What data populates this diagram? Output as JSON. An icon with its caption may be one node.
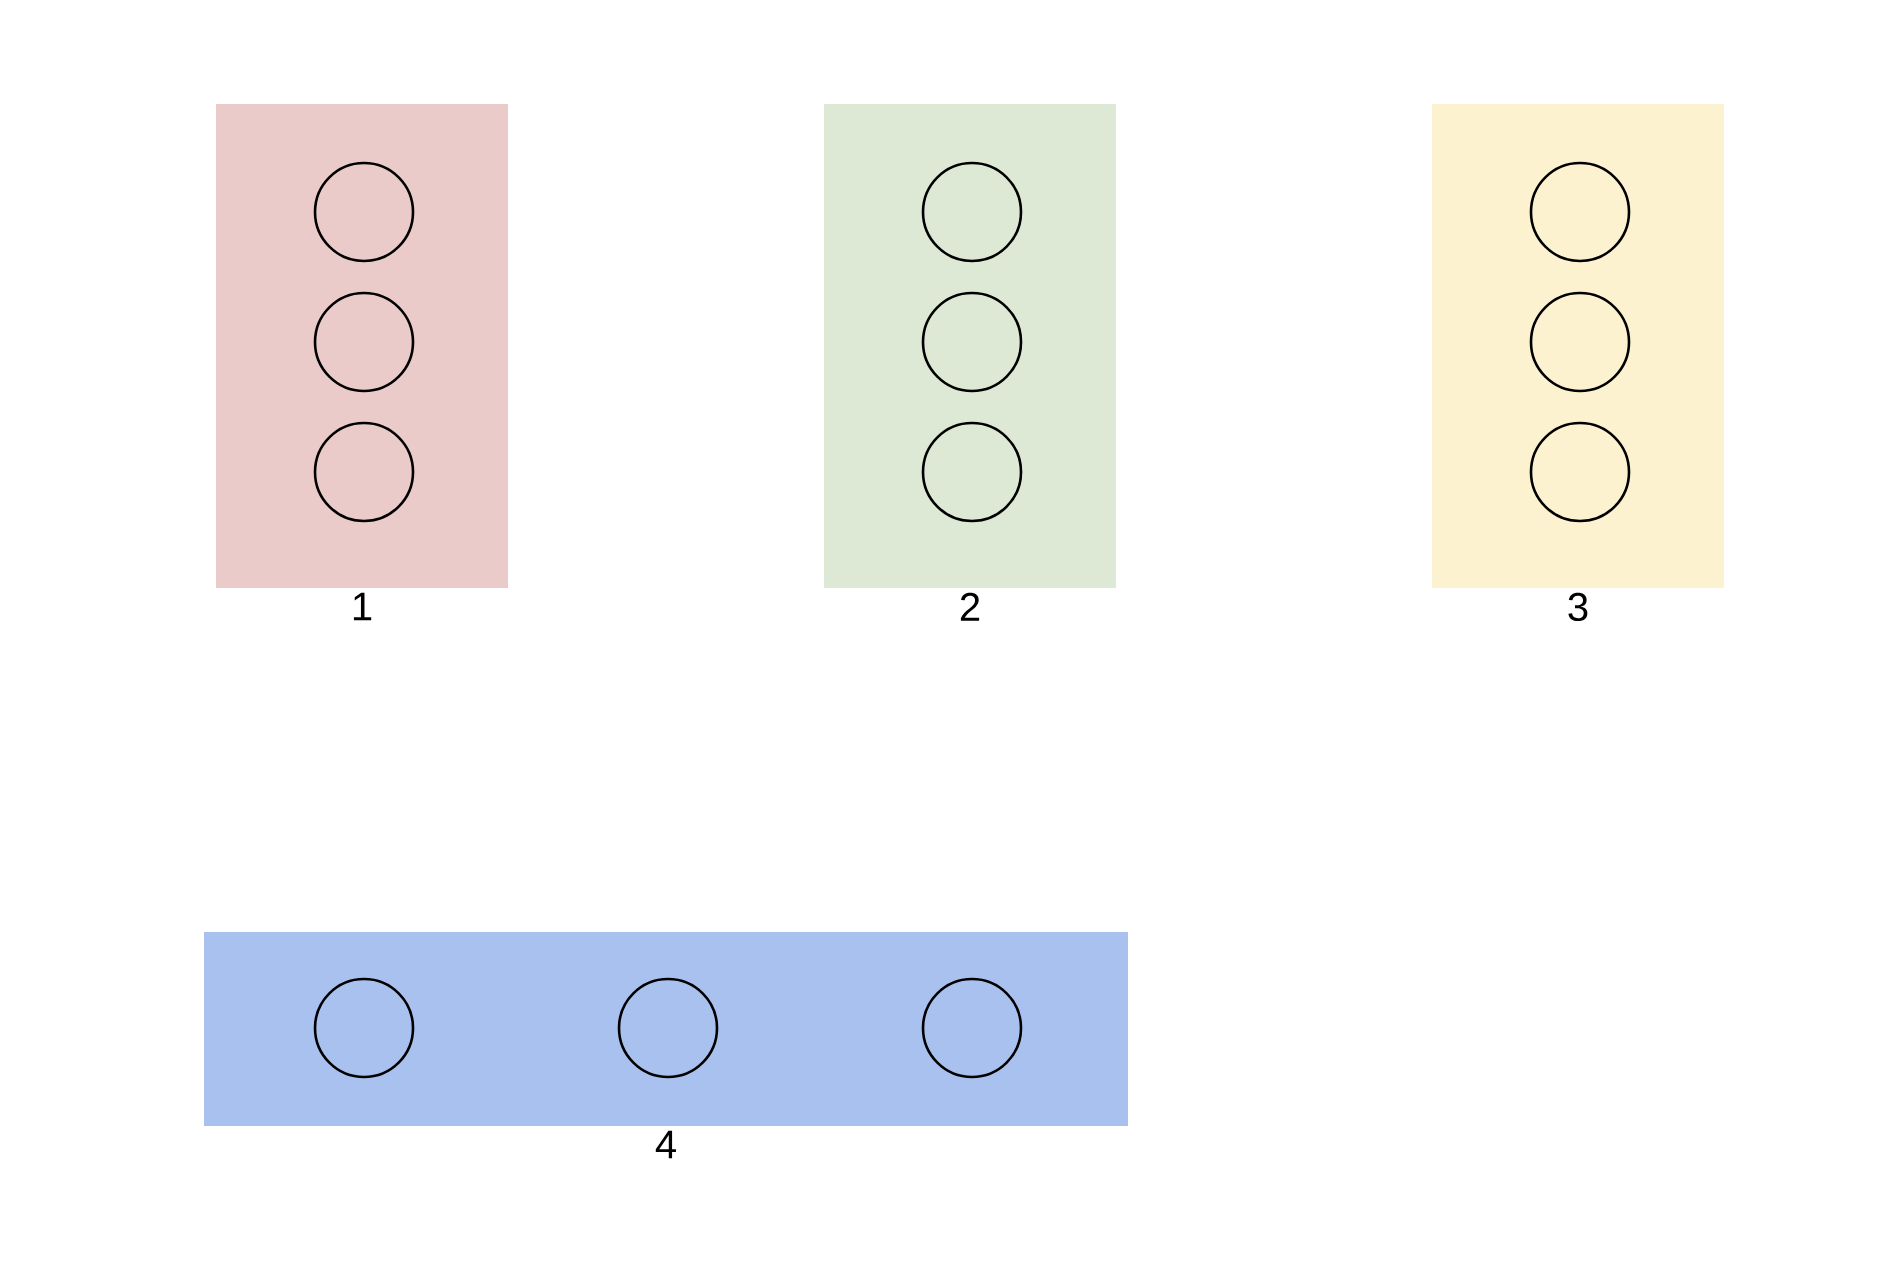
{
  "diagram": {
    "nodes": [
      {
        "text": [
          "1"
        ]
      },
      {
        "text": [],
        "shape": "circle",
        "in": 0
      },
      {
        "text": [],
        "shape": "circle",
        "in": 0
      },
      {
        "text": [],
        "shape": "circle",
        "in": 0
      },
      {
        "text": [
          "2"
        ]
      },
      {
        "text": [],
        "shape": "circle",
        "in": 4
      },
      {
        "text": [],
        "shape": "circle",
        "in": 4
      },
      {
        "text": [],
        "shape": "circle",
        "in": 4
      },
      {
        "text": [
          "3"
        ]
      },
      {
        "text": [],
        "shape": "circle",
        "in": 8
      },
      {
        "text": [],
        "shape": "circle",
        "in": 8
      },
      {
        "text": [],
        "shape": "circle",
        "in": 8
      },
      {
        "text": [
          "4"
        ]
      },
      {
        "text": [],
        "shape": "circle",
        "in": 12
      },
      {
        "text": [],
        "shape": "circle",
        "in": 12
      },
      {
        "text": [],
        "shape": "circle",
        "in": 12
      }
    ]
  }
}
